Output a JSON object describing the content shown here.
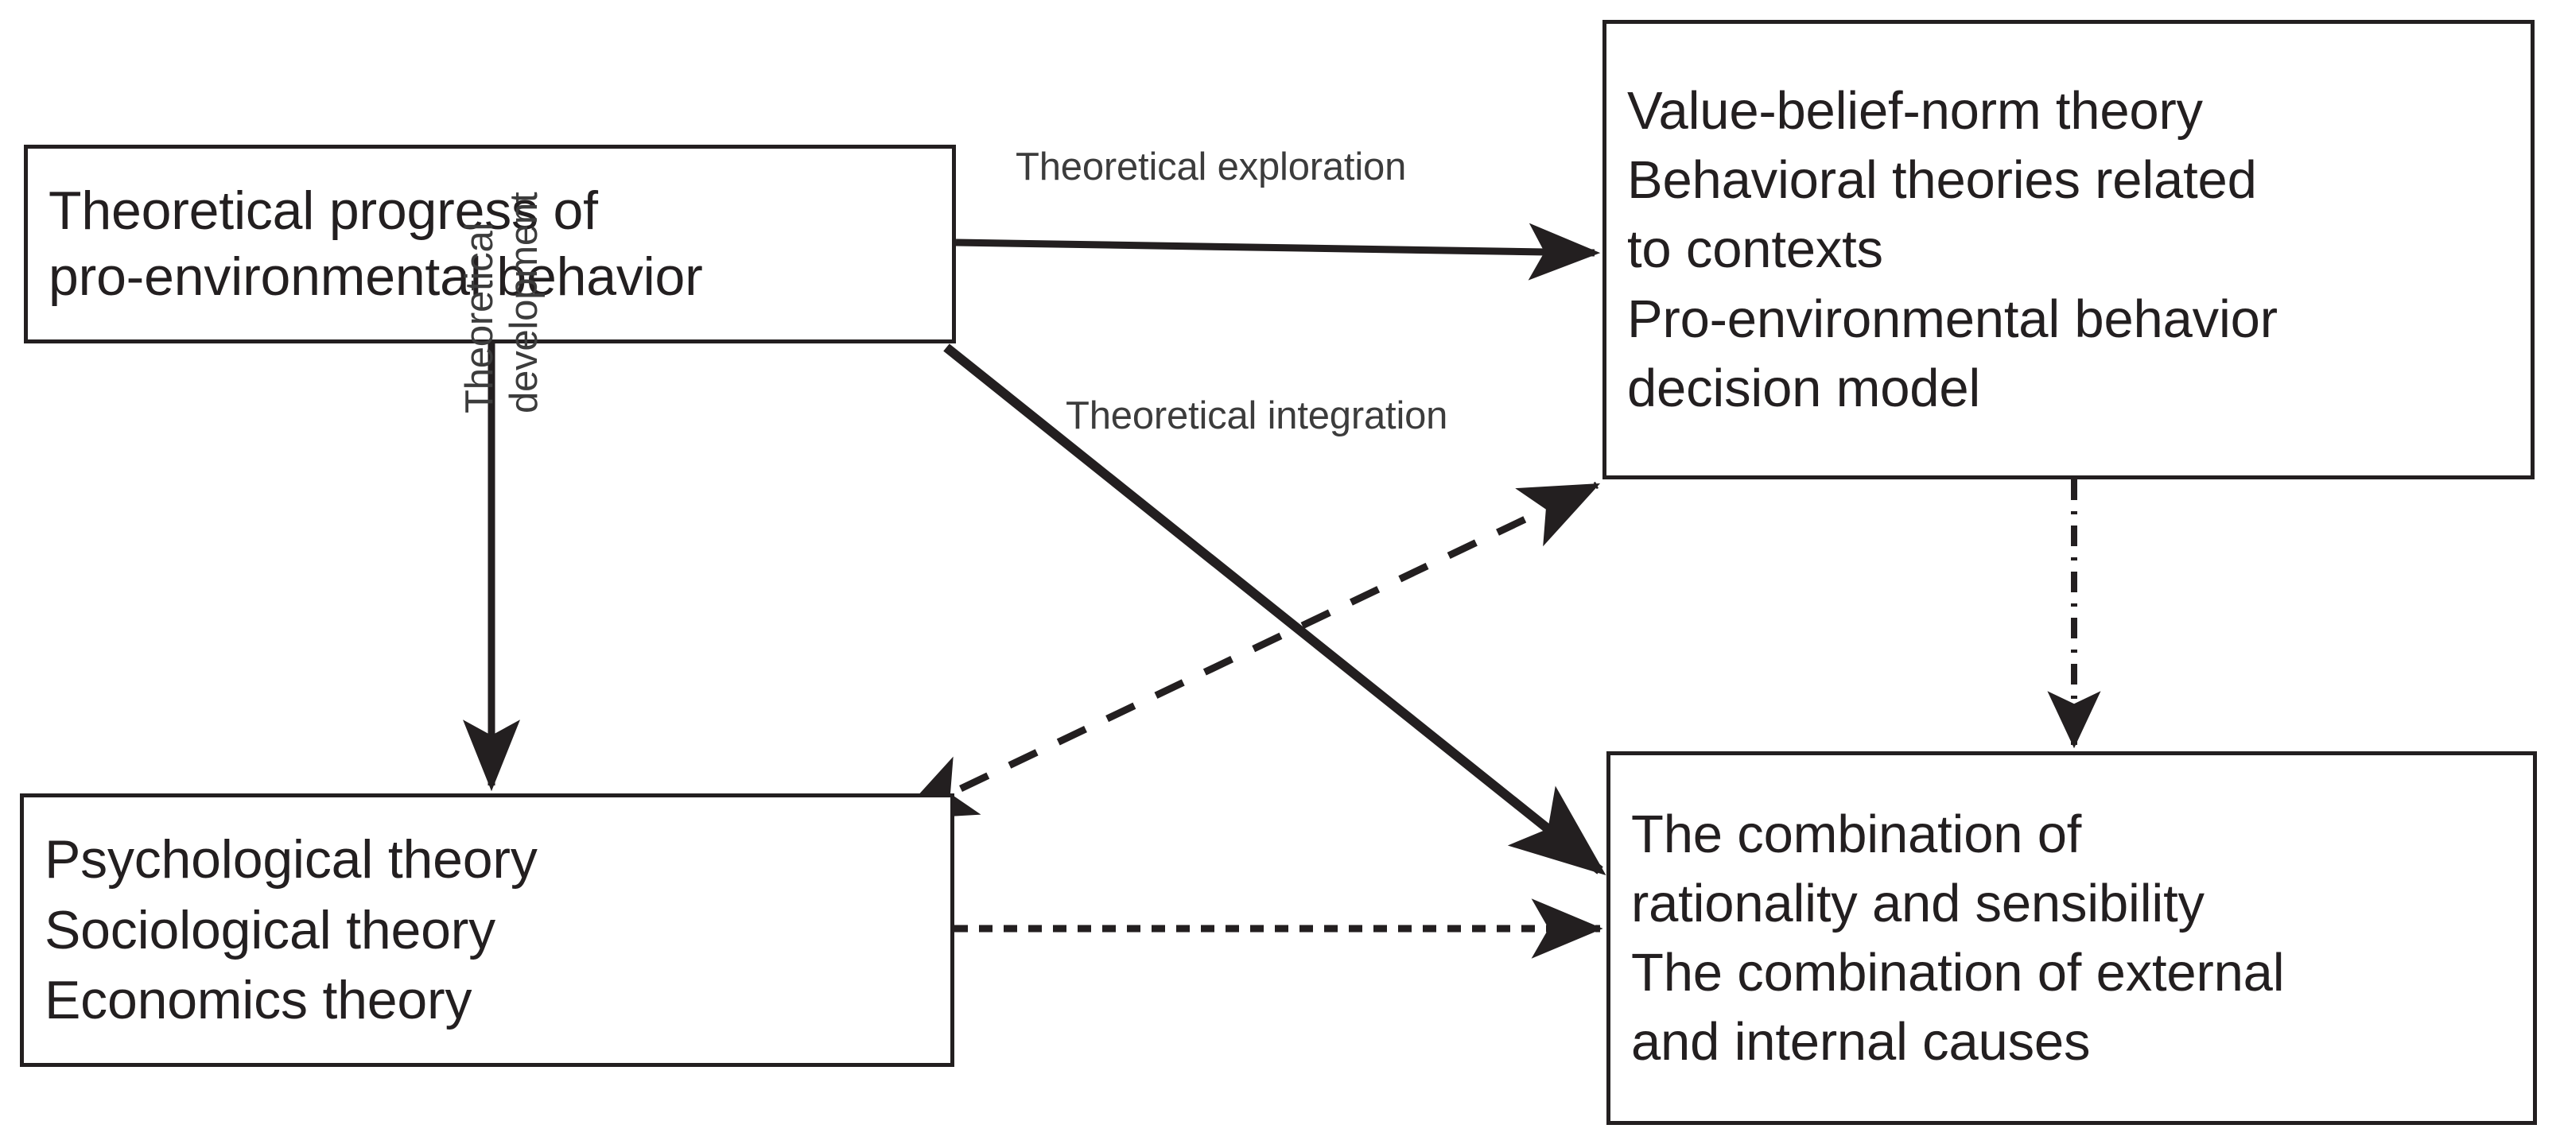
{
  "diagram": {
    "title": "Theoretical progress of pro-environmental behavior",
    "background_color": "#ffffff",
    "stroke_color": "#231f20",
    "label_color": "#3c3c3c",
    "nodes": [
      {
        "id": "theoretical-progress",
        "lines": [
          "Theoretical progress of",
          "pro-environmental behavior"
        ]
      },
      {
        "id": "theories",
        "lines": [
          "Value-belief-norm theory",
          "Behavioral theories related",
          "to contexts",
          "Pro-environmental behavior",
          "decision model"
        ]
      },
      {
        "id": "disciplines",
        "lines": [
          "Psychological theory",
          "Sociological theory",
          "Economics theory"
        ]
      },
      {
        "id": "combination",
        "lines": [
          "The combination of",
          "rationality and sensibility",
          "The combination of external",
          "and internal causes"
        ]
      }
    ],
    "edges": [
      {
        "id": "exploration",
        "label": "Theoretical exploration",
        "from": "theoretical-progress",
        "to": "theories",
        "style": "solid",
        "arrows": "end"
      },
      {
        "id": "development",
        "label": "Theoretical development",
        "from": "theoretical-progress",
        "to": "disciplines",
        "style": "solid",
        "arrows": "end"
      },
      {
        "id": "integration",
        "label": "Theoretical integration",
        "from": "theoretical-progress",
        "to": "combination",
        "style": "solid",
        "arrows": "end"
      },
      {
        "id": "disciplines-theories",
        "label": "",
        "from": "disciplines",
        "to": "theories",
        "style": "dashed",
        "arrows": "both"
      },
      {
        "id": "disciplines-combination",
        "label": "",
        "from": "disciplines",
        "to": "combination",
        "style": "dotted",
        "arrows": "end"
      },
      {
        "id": "theories-combination",
        "label": "",
        "from": "theories",
        "to": "combination",
        "style": "dash-dot",
        "arrows": "end"
      }
    ]
  }
}
